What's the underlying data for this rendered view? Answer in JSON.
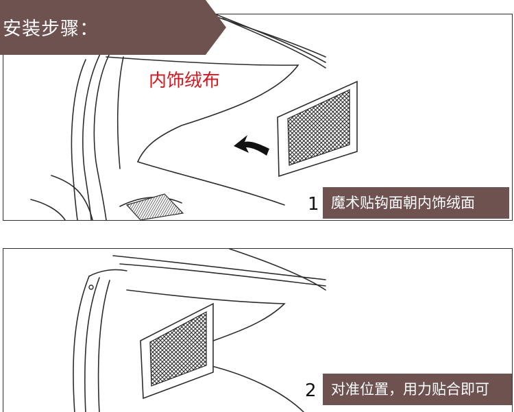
{
  "header": {
    "title": "安装步骤："
  },
  "steps": [
    {
      "number": "1",
      "text": "魔术贴钩面朝内饰绒面"
    },
    {
      "number": "2",
      "text": "对准位置，用力贴合即可"
    }
  ],
  "diagram": {
    "label": "内饰绒布"
  },
  "colors": {
    "brand": "#6d5250",
    "label": "#d9141b",
    "line": "#2c2c2c"
  }
}
